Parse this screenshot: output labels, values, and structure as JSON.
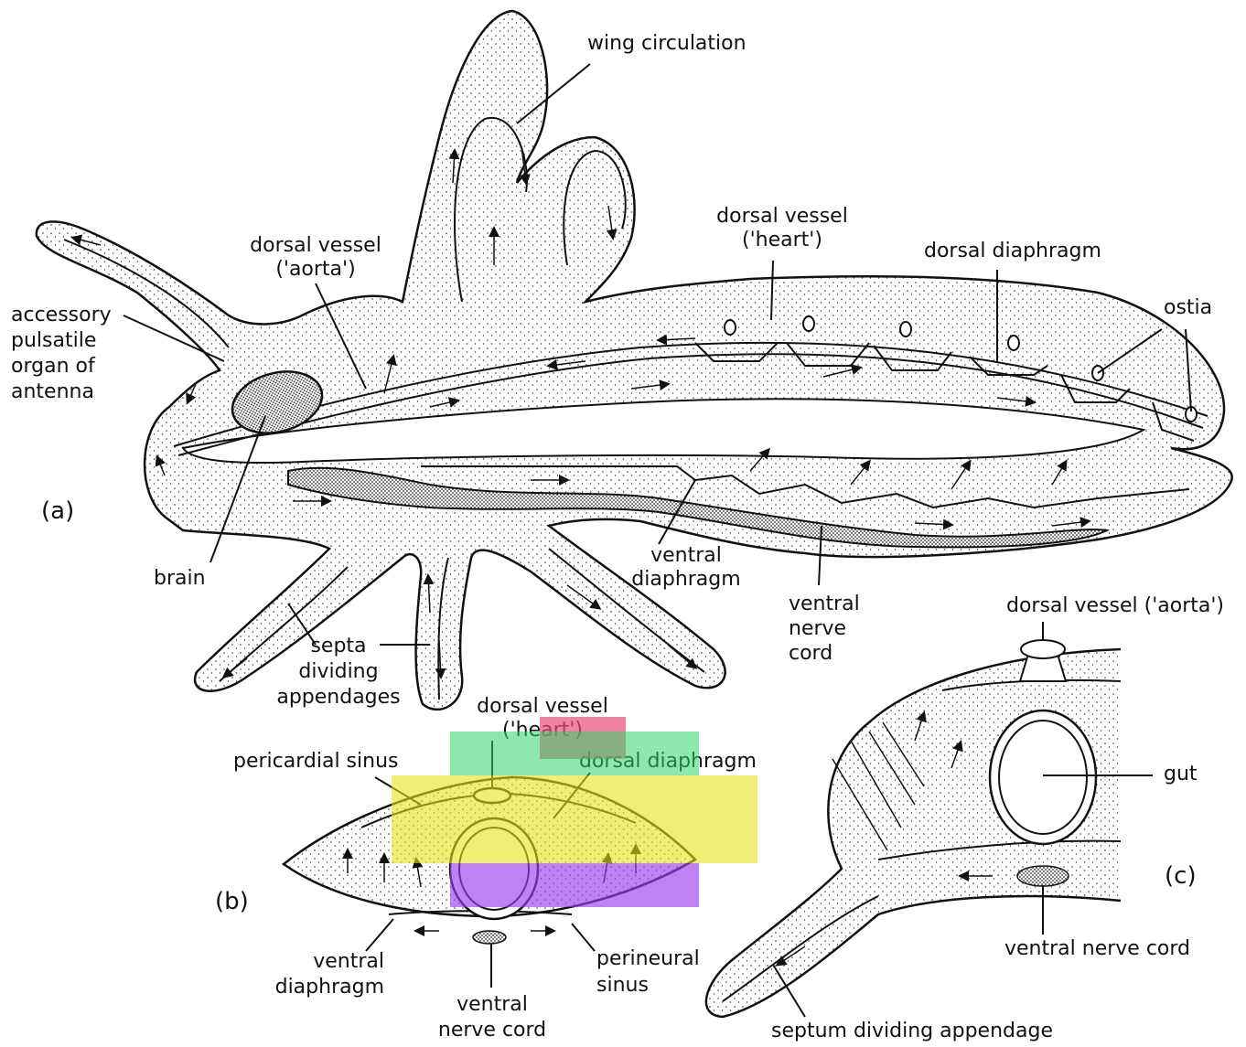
{
  "labels": {
    "wing_circulation": "wing circulation",
    "dorsal_vessel_heart_a_1": "dorsal vessel",
    "dorsal_vessel_heart_a_2": "('heart')",
    "dorsal_diaphragm_a": "dorsal diaphragm",
    "ostia": "ostia",
    "dorsal_vessel_aorta_a_1": "dorsal vessel",
    "dorsal_vessel_aorta_a_2": "('aorta')",
    "accessory_1": "accessory",
    "accessory_2": "pulsatile",
    "accessory_3": "organ of",
    "accessory_4": "antenna",
    "panel_a": "(a)",
    "brain": "brain",
    "ventral_diaphragm_a_1": "ventral",
    "ventral_diaphragm_a_2": "diaphragm",
    "ventral_nerve_cord_a_1": "ventral",
    "ventral_nerve_cord_a_2": "nerve",
    "ventral_nerve_cord_a_3": "cord",
    "septa_1": "septa",
    "septa_2": "dividing",
    "septa_3": "appendages",
    "dorsal_vessel_heart_b_1": "dorsal vessel",
    "dorsal_vessel_heart_b_2": "('heart')",
    "pericardial_sinus": "pericardial sinus",
    "dorsal_diaphragm_b": "dorsal diaphragm",
    "panel_b": "(b)",
    "ventral_diaphragm_b_1": "ventral",
    "ventral_diaphragm_b_2": "diaphragm",
    "ventral_nerve_cord_b_1": "ventral",
    "ventral_nerve_cord_b_2": "nerve cord",
    "perineural_sinus_1": "perineural",
    "perineural_sinus_2": "sinus",
    "dorsal_vessel_aorta_c": "dorsal vessel ('aorta')",
    "gut": "gut",
    "panel_c": "(c)",
    "ventral_nerve_cord_c": "ventral nerve cord",
    "septum_dividing_appendage": "septum dividing appendage"
  },
  "highlights": [
    {
      "name": "highlight-pink",
      "color": "#e8507a"
    },
    {
      "name": "highlight-green",
      "color": "#2fd66a"
    },
    {
      "name": "highlight-yellow",
      "color": "#e6e21a"
    },
    {
      "name": "highlight-purple",
      "color": "#9a3ff0"
    }
  ]
}
